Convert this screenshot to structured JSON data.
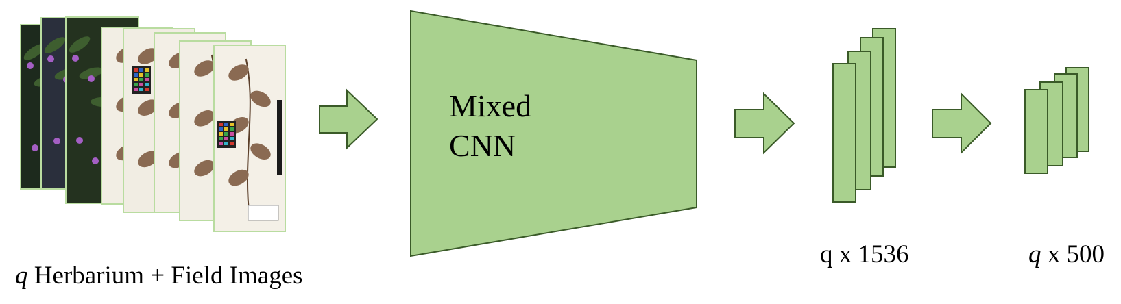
{
  "colors": {
    "fill": "#a9d18e",
    "stroke": "#3a5a28"
  },
  "input": {
    "var": "q",
    "label_rest": " Herbarium + Field Images"
  },
  "cnn": {
    "line1": "Mixed",
    "line2": "CNN"
  },
  "features_1536": {
    "var": "q",
    "label_rest": " x 1536"
  },
  "features_500": {
    "var": "q",
    "label_rest": " x 500"
  },
  "thumbnails": [
    {
      "name": "field-image-1",
      "bg": "#1d2a1d",
      "kind": "field"
    },
    {
      "name": "field-image-2",
      "bg": "#2a2f3c",
      "kind": "field"
    },
    {
      "name": "field-image-3",
      "bg": "#24321f",
      "kind": "field"
    },
    {
      "name": "herbarium-image-1",
      "bg": "#f2eee4",
      "kind": "herbarium"
    },
    {
      "name": "herbarium-image-2",
      "bg": "#f1ede3",
      "kind": "herbarium"
    },
    {
      "name": "herbarium-image-3",
      "bg": "#f3efe6",
      "kind": "herbarium"
    },
    {
      "name": "herbarium-image-4",
      "bg": "#f2eee5",
      "kind": "herbarium"
    },
    {
      "name": "herbarium-image-5",
      "bg": "#f4f0e7",
      "kind": "herbarium"
    }
  ]
}
